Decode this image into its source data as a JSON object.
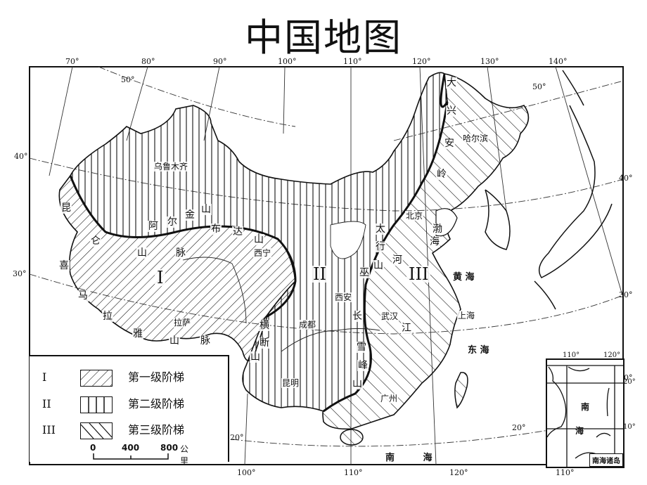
{
  "title": "中国地图",
  "map": {
    "longitude_labels_top": [
      "70°",
      "80°",
      "90°",
      "100°",
      "110°",
      "120°",
      "130°",
      "140°"
    ],
    "longitude_labels_bottom": [
      "100°",
      "110°",
      "120°",
      "110°"
    ],
    "latitude_labels_left": [
      "40°",
      "30°"
    ],
    "latitude_labels_right": [
      "40°",
      "30°",
      "20°"
    ],
    "parallel_labels_inner": [
      "50°",
      "50°",
      "20°",
      "20°"
    ],
    "steps": {
      "one": "I",
      "two": "II",
      "three": "III"
    },
    "cities": {
      "urumqi": "乌鲁木齐",
      "xining": "西宁",
      "lhasa": "拉萨",
      "chengdu": "成都",
      "kunming": "昆明",
      "xian": "西安",
      "beijing": "北京",
      "harbin": "哈尔滨",
      "wuhan": "武汉",
      "shanghai": "上海",
      "guangzhou": "广州"
    },
    "mountains": {
      "kunlun": [
        "昆",
        "仑",
        "山",
        "脉"
      ],
      "altun": [
        "阿",
        "尔",
        "金",
        "山"
      ],
      "qilian": [
        "布",
        "达",
        "山"
      ],
      "himalaya": [
        "喜",
        "马",
        "拉",
        "雅",
        "山",
        "脉"
      ],
      "hengduan": [
        "横",
        "断",
        "山"
      ],
      "daxinganling": [
        "大",
        "兴",
        "安",
        "岭"
      ],
      "taihang": [
        "太",
        "行",
        "山"
      ],
      "wushan": [
        "巫",
        "山"
      ],
      "xuefeng": [
        "雪",
        "峰",
        "山"
      ]
    },
    "rivers_and_seas": {
      "bohai": [
        "渤",
        "海"
      ],
      "yellow_sea": "黄 海",
      "east_sea": "东 海",
      "south_sea": "南 海",
      "river_he": "河",
      "river_jiang": "江",
      "chang": "长"
    }
  },
  "legend": {
    "rows": [
      {
        "num": "I",
        "pattern": "diagonal-forward",
        "label": "第一级阶梯"
      },
      {
        "num": "II",
        "pattern": "vertical",
        "label": "第二级阶梯"
      },
      {
        "num": "III",
        "pattern": "diagonal-back",
        "label": "第三级阶梯"
      }
    ],
    "scale": {
      "ticks": [
        "0",
        "400",
        "800"
      ],
      "unit": "公里"
    }
  },
  "inset": {
    "lon_labels": [
      "110°",
      "120°"
    ],
    "lat_labels": [
      "20°",
      "10°"
    ],
    "sea_label": [
      "南",
      "海"
    ],
    "caption": "南海诸岛"
  }
}
